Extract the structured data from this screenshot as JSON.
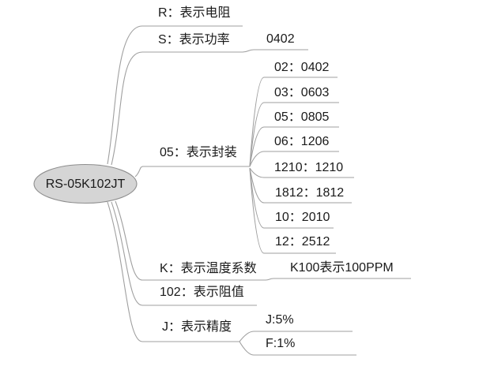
{
  "mindmap": {
    "root": {
      "label": "RS-05K102JT"
    },
    "branches": [
      {
        "label": "R：表示电阻",
        "children": []
      },
      {
        "label": "S：表示功率",
        "children": [
          {
            "label": "0402"
          }
        ]
      },
      {
        "label": "05：表示封装",
        "children": [
          {
            "label": "02：0402"
          },
          {
            "label": "03：0603"
          },
          {
            "label": "05：0805"
          },
          {
            "label": "06：1206"
          },
          {
            "label": "1210：1210"
          },
          {
            "label": "1812：1812"
          },
          {
            "label": "10：2010"
          },
          {
            "label": "12：2512"
          }
        ]
      },
      {
        "label": "K：表示温度系数",
        "children": [
          {
            "label": "K100表示100PPM"
          }
        ]
      },
      {
        "label": "102：表示阻值",
        "children": []
      },
      {
        "label": "J：表示精度",
        "children": [
          {
            "label": "J:5%"
          },
          {
            "label": "F:1%"
          }
        ]
      }
    ],
    "colors": {
      "background": "#ffffff",
      "node_fill": "#d5d5d5",
      "node_stroke": "#8e8e8e",
      "line": "#9f9f9f",
      "text": "#1a1a1a"
    }
  }
}
